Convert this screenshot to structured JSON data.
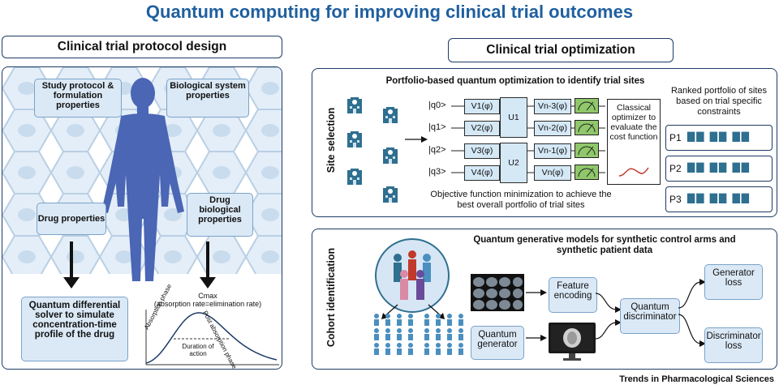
{
  "title": "Quantum computing for improving clinical trial outcomes",
  "left": {
    "header": "Clinical trial protocol design",
    "boxes": {
      "study_protocol": "Study protocol & formulation properties",
      "biological_system": "Biological system properties",
      "drug_properties": "Drug properties",
      "drug_biological": "Drug biological properties",
      "solver": "Quantum differential solver to simulate concentration-time profile of the drug"
    },
    "pk_chart": {
      "cmax": "Cmax",
      "cmax_note": "(absorption rate=elimination rate)",
      "absorption": "Absorption phase",
      "post_absorption": "Post absorption phase",
      "duration": "Duration of action"
    }
  },
  "right": {
    "header": "Clinical trial optimization",
    "site": {
      "side_label": "Site selection",
      "subtitle": "Portfolio-based quantum optimization to identify trial sites",
      "qubits": [
        "|q0>",
        "|q1>",
        "|q2>",
        "|q3>"
      ],
      "v_gates": [
        "V1(φ)",
        "V2(φ)",
        "V3(φ)",
        "V4(φ)"
      ],
      "u_gates": [
        "U1",
        "U2"
      ],
      "vn_gates": [
        "Vn-3(φ)",
        "Vn-2(φ)",
        "Vn-1(φ)",
        "Vn(φ)"
      ],
      "classical": "Classical optimizer to evaluate the cost function",
      "objective": "Objective function minimization to achieve the best overall portfolio of trial sites",
      "ranked_title": "Ranked portfolio of sites based on trial specific constraints",
      "portfolios": [
        "P1",
        "P2",
        "P3"
      ]
    },
    "cohort": {
      "side_label": "Cohort identification",
      "subtitle": "Quantum generative models for synthetic control arms and synthetic patient data",
      "feature_encoding": "Feature encoding",
      "quantum_generator": "Quantum generator",
      "quantum_discriminator": "Quantum discriminator",
      "generator_loss": "Generator loss",
      "discriminator_loss": "Discriminator loss"
    }
  },
  "footer": "Trends in Pharmacological Sciences",
  "colors": {
    "title": "#1f5f9f",
    "border": "#1d3b66",
    "box_fill": "#dbe9f6",
    "human": "#4a66b4",
    "meter": "#8fc76a",
    "building": "#2f6f8f"
  },
  "icons": [
    "hospital-building-icon",
    "human-figure-icon",
    "measurement-meter-icon",
    "person-icon",
    "brain-scan-icon",
    "monitor-icon",
    "arrow-icon"
  ]
}
